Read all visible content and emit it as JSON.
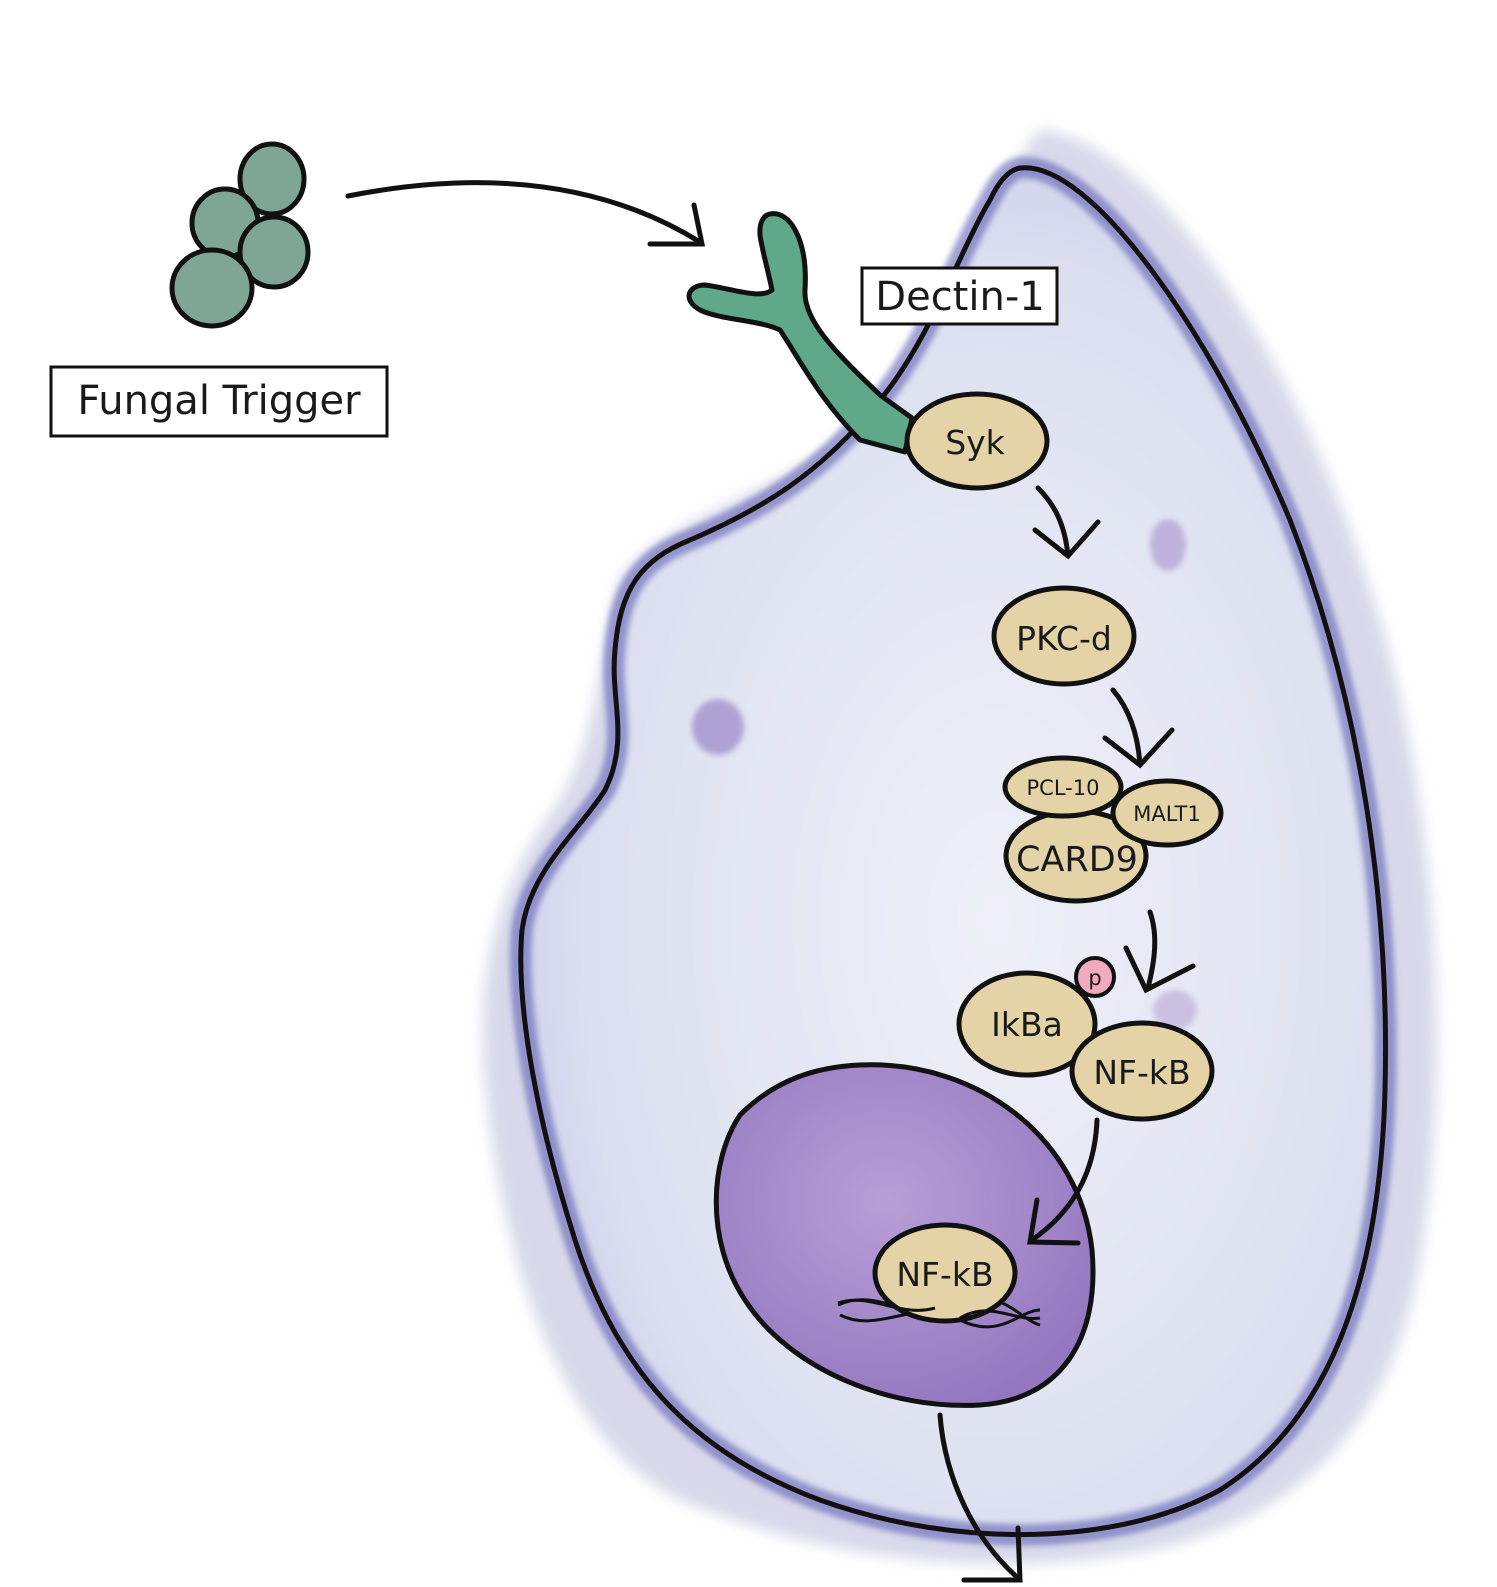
{
  "labels": {
    "fungal_trigger": "Fungal Trigger",
    "dectin1": "Dectin-1"
  },
  "proteins": {
    "syk": "Syk",
    "pkcd": "PKC-d",
    "pcl10": "PCL-10",
    "malt1": "MALT1",
    "card9": "CARD9",
    "phospho": "p",
    "ikba": "IkBa",
    "nfkb_cyto": "NF-kB",
    "nfkb_nuc": "NF-kB"
  },
  "colors": {
    "fungus": "#7fa596",
    "receptor": "#5fa88a",
    "protein": "#e4d3a6",
    "phospho": "#f2aac0",
    "cell_fill": "#e6e7f4",
    "cell_rim": "#6a6bbd",
    "nucleus": "#a68ac9",
    "outline": "#111111"
  }
}
